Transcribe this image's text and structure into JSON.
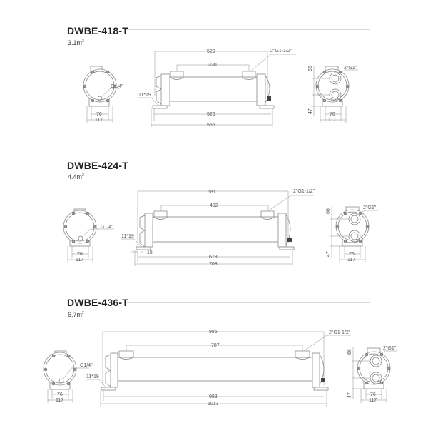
{
  "models": [
    {
      "name": "DWBE-418-T",
      "area": "3.1m",
      "area_sup": "2",
      "front_view": {
        "port_label": "G1/4\"",
        "dim_inner": "76",
        "dim_outer": "117"
      },
      "side_view": {
        "dim_overall_top": "529",
        "dim_nozzle_spacing": "330",
        "dim_base_inner": "526",
        "dim_base_outer": "556",
        "nozzle_label": "2\"G1-1/2\"",
        "slot_label": "11*19"
      },
      "rear_view": {
        "port_label": "2\"G1\"",
        "dim_upper": "66",
        "dim_lower": "47",
        "dim_inner": "76",
        "dim_outer": "117"
      }
    },
    {
      "name": "DWBE-424-T",
      "area": "4.4m",
      "area_sup": "2",
      "front_view": {
        "port_label": "G1/4\"",
        "dim_inner": "76",
        "dim_outer": "117"
      },
      "side_view": {
        "dim_overall_top": "681",
        "dim_nozzle_spacing": "482",
        "dim_base_inner": "678",
        "dim_base_outer": "708",
        "dim_offset": "15",
        "nozzle_label": "2\"G1-1/2\"",
        "slot_label": "11*19"
      },
      "rear_view": {
        "port_label": "2\"G1\"",
        "dim_upper": "66",
        "dim_lower": "47",
        "dim_inner": "76",
        "dim_outer": "117"
      }
    },
    {
      "name": "DWBE-436-T",
      "area": "6.7m",
      "area_sup": "2",
      "front_view": {
        "port_label": "G1/4\"",
        "dim_inner": "76",
        "dim_outer": "117"
      },
      "side_view": {
        "dim_overall_top": "986",
        "dim_nozzle_spacing": "787",
        "dim_base_inner": "983",
        "dim_base_outer": "1013",
        "nozzle_label": "2\"G1-1/2\"",
        "slot_label": "11*19"
      },
      "rear_view": {
        "port_label": "2\"G1\"",
        "dim_upper": "66",
        "dim_lower": "47",
        "dim_inner": "76",
        "dim_outer": "117"
      }
    }
  ],
  "colors": {
    "line": "#7a7a7a",
    "title": "#222222",
    "rule": "#d8d8d8"
  }
}
